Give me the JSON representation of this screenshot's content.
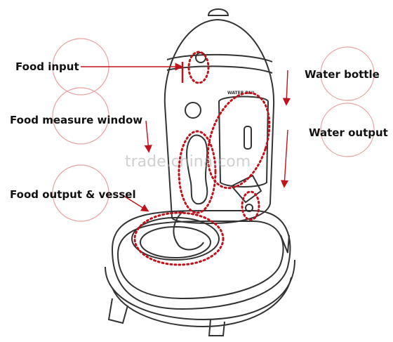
{
  "diagram": {
    "labels": {
      "food_input": "Food input",
      "food_measure_window": "Food measure window",
      "food_output_vessel": "Food output & vessel",
      "water_bottle": "Water bottle",
      "water_output": "Water output"
    },
    "device_text": "WATER PAIL",
    "watermark": "trade.china.com",
    "colors": {
      "outline": "#333333",
      "highlight": "#c0121b",
      "guide_circles": "#e8a0a0",
      "text": "#111111"
    }
  }
}
